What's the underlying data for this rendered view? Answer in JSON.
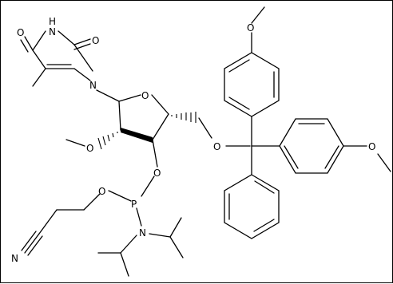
{
  "molecule": {
    "atom_labels": {
      "o_c4": "O",
      "nh": "N",
      "h_nh": "H",
      "o_c2": "O",
      "n1": "N",
      "o_ring": "O",
      "o_5p": "O",
      "o_2p": "O",
      "o_3p": "O",
      "p": "P",
      "o_p": "O",
      "n_p": "N",
      "n_cyano": "N",
      "o_ome1": "O",
      "o_ome2": "O"
    }
  }
}
